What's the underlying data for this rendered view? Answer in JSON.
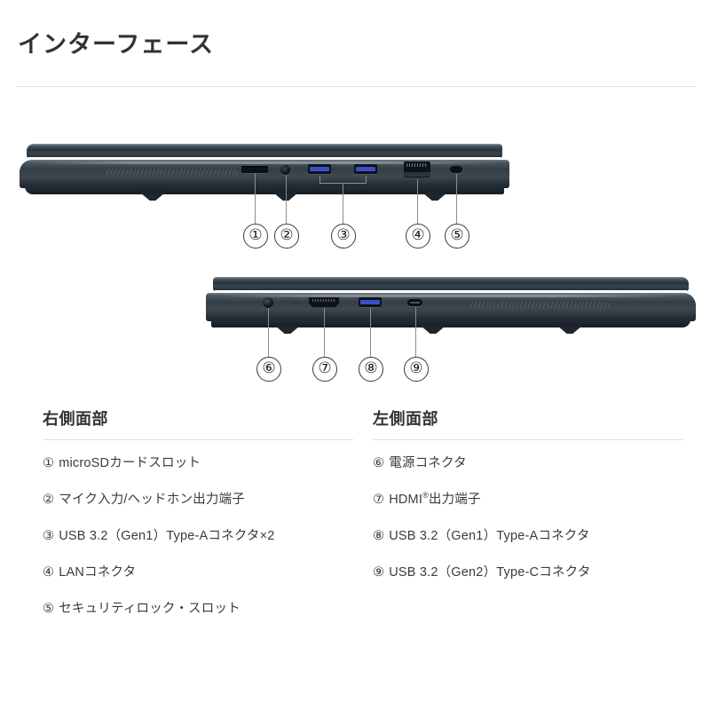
{
  "header": {
    "title": "インターフェース"
  },
  "figures": [
    {
      "name": "right-side-view",
      "callouts": [
        {
          "label": "①",
          "port": "microsd-slot"
        },
        {
          "label": "②",
          "port": "audio-jack"
        },
        {
          "label": "③",
          "port": "usb-a-pair"
        },
        {
          "label": "④",
          "port": "lan-connector"
        },
        {
          "label": "⑤",
          "port": "security-lock-slot"
        }
      ]
    },
    {
      "name": "left-side-view",
      "callouts": [
        {
          "label": "⑥",
          "port": "power-connector"
        },
        {
          "label": "⑦",
          "port": "hdmi-connector"
        },
        {
          "label": "⑧",
          "port": "usb-a-connector"
        },
        {
          "label": "⑨",
          "port": "usb-c-connector"
        }
      ]
    }
  ],
  "columns": [
    {
      "heading": "右側面部",
      "items": [
        {
          "marker": "①",
          "text": "microSDカードスロット"
        },
        {
          "marker": "②",
          "text": "マイク入力/ヘッドホン出力端子"
        },
        {
          "marker": "③",
          "text": "USB 3.2（Gen1）Type-Aコネクタ×2"
        },
        {
          "marker": "④",
          "text": "LANコネクタ"
        },
        {
          "marker": "⑤",
          "text": "セキュリティロック・スロット"
        }
      ]
    },
    {
      "heading": "左側面部",
      "items": [
        {
          "marker": "⑥",
          "text": "電源コネクタ"
        },
        {
          "marker": "⑦",
          "text_before": "HDMI",
          "sup": "®",
          "text_after": "出力端子"
        },
        {
          "marker": "⑧",
          "text": "USB 3.2（Gen1）Type-Aコネクタ"
        },
        {
          "marker": "⑨",
          "text": "USB 3.2（Gen2）Type-Cコネクタ"
        }
      ]
    }
  ],
  "colors": {
    "text": "#333333",
    "rule": "#e4e4e4",
    "usb_blue": "#3a4ec8",
    "chassis_dark": "#2b343b"
  }
}
